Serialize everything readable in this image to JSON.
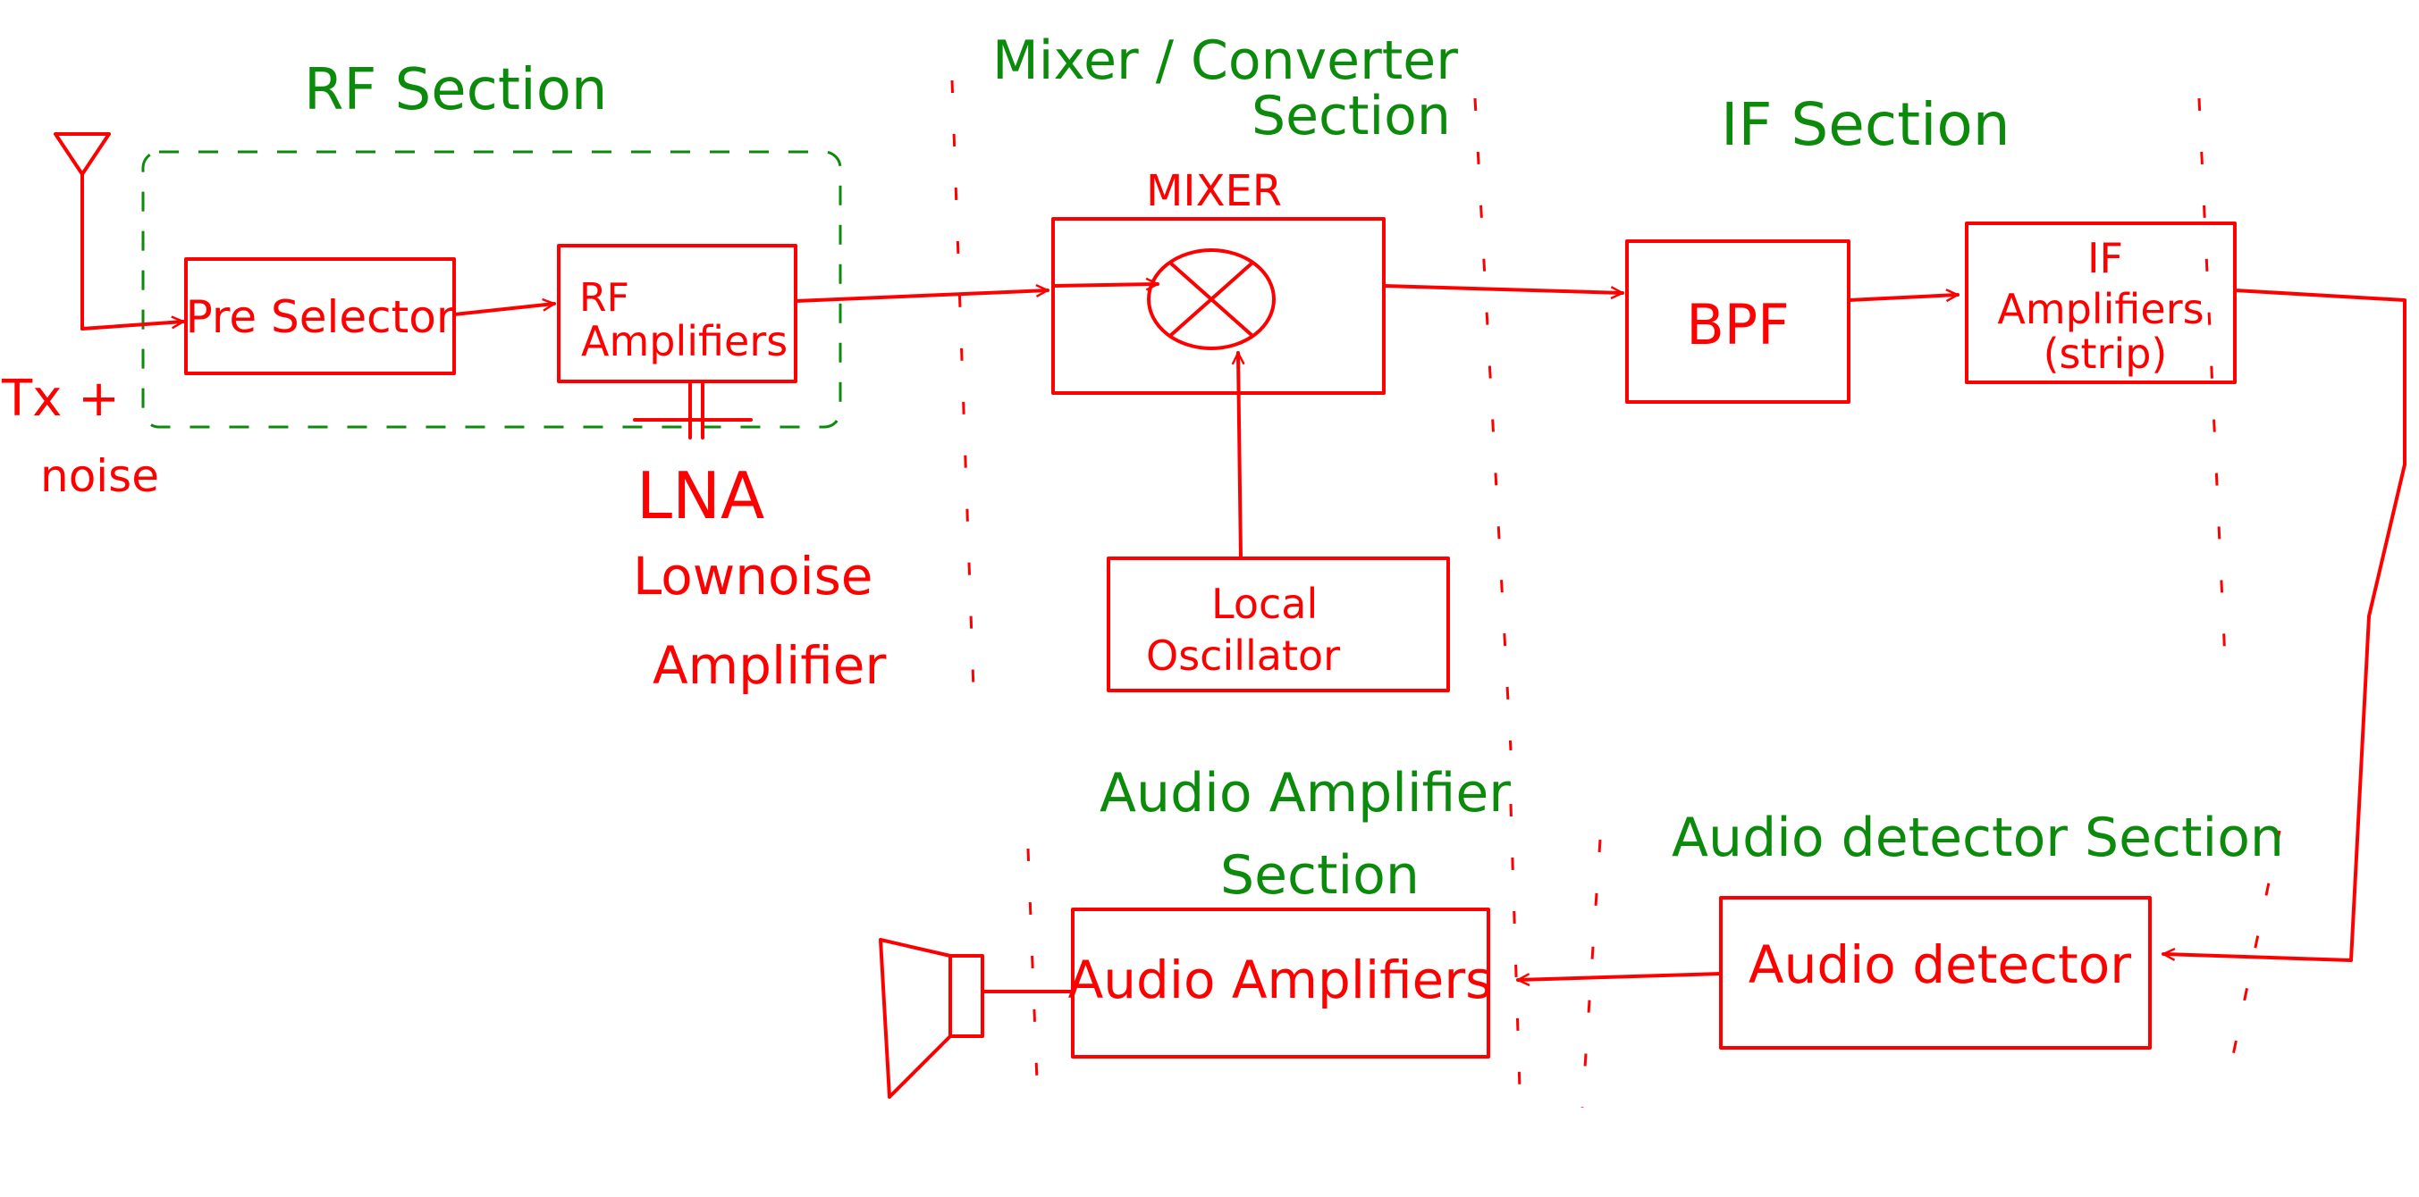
{
  "colors": {
    "blocks": "#ff0000",
    "section_labels": "#0b8a0b"
  },
  "sections": {
    "rf": "RF Section",
    "mixer_line1": "Mixer / Converter",
    "mixer_line2": "Section",
    "if": "IF Section",
    "audio_amp_line1": "Audio Amplifier",
    "audio_amp_line2": "Section",
    "audio_det": "Audio detector Section"
  },
  "blocks": {
    "pre_selector": "Pre Selector",
    "rf_amp_line1": "RF",
    "rf_amp_line2": "Amplifiers",
    "mixer_label": "MIXER",
    "local_osc_line1": "Local",
    "local_osc_line2": "Oscillator",
    "bpf": "BPF",
    "if_amp_line1": "IF",
    "if_amp_line2": "Amplifiers",
    "if_amp_line3": "(strip)",
    "audio_detector": "Audio detector",
    "audio_amplifiers": "Audio Amplifiers"
  },
  "annotations": {
    "input_line1": "Tx +",
    "input_line2": "noise",
    "lna": "LNA",
    "lna_full_line1": "Lownoise",
    "lna_full_line2": "Amplifier"
  },
  "icons": [
    "antenna-icon",
    "speaker-icon",
    "mixer-multiply-icon"
  ]
}
